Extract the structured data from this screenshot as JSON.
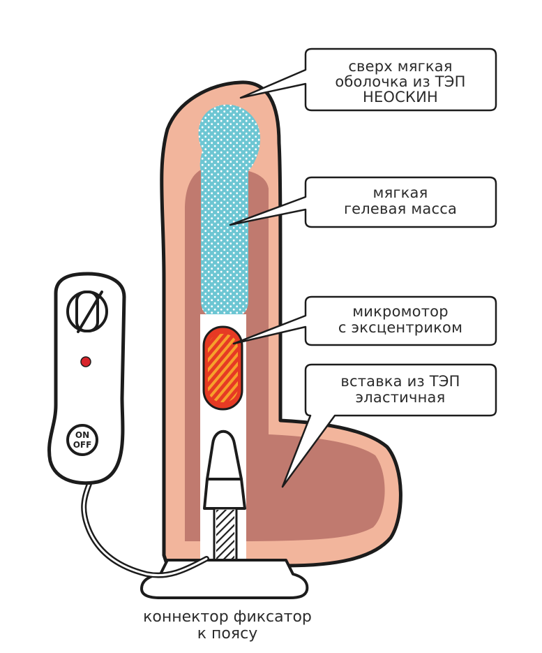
{
  "colors": {
    "outline": "#1c1c1c",
    "shell": "#f2b59c",
    "insert": "#c07a6f",
    "gel": "#6dc6d3",
    "gel_dots": "#ffffff",
    "motor": "#e63a24",
    "motor_stripes": "#f7a12b",
    "led": "#d8242b",
    "callout_bg": "#ffffff"
  },
  "callouts": {
    "shell": [
      "сверх мягкая",
      "оболочка из ТЭП",
      "НЕОСКИН"
    ],
    "gel": [
      "мягкая",
      "гелевая масса"
    ],
    "motor": [
      "микромотор",
      "с эксцентриком"
    ],
    "insert": [
      "вставка из ТЭП",
      "эластичная"
    ]
  },
  "remote": {
    "button_on": "ON",
    "button_off": "OFF"
  },
  "bottom": {
    "caption_line1": "коннектор фиксатор",
    "caption_line2": "к поясу"
  }
}
